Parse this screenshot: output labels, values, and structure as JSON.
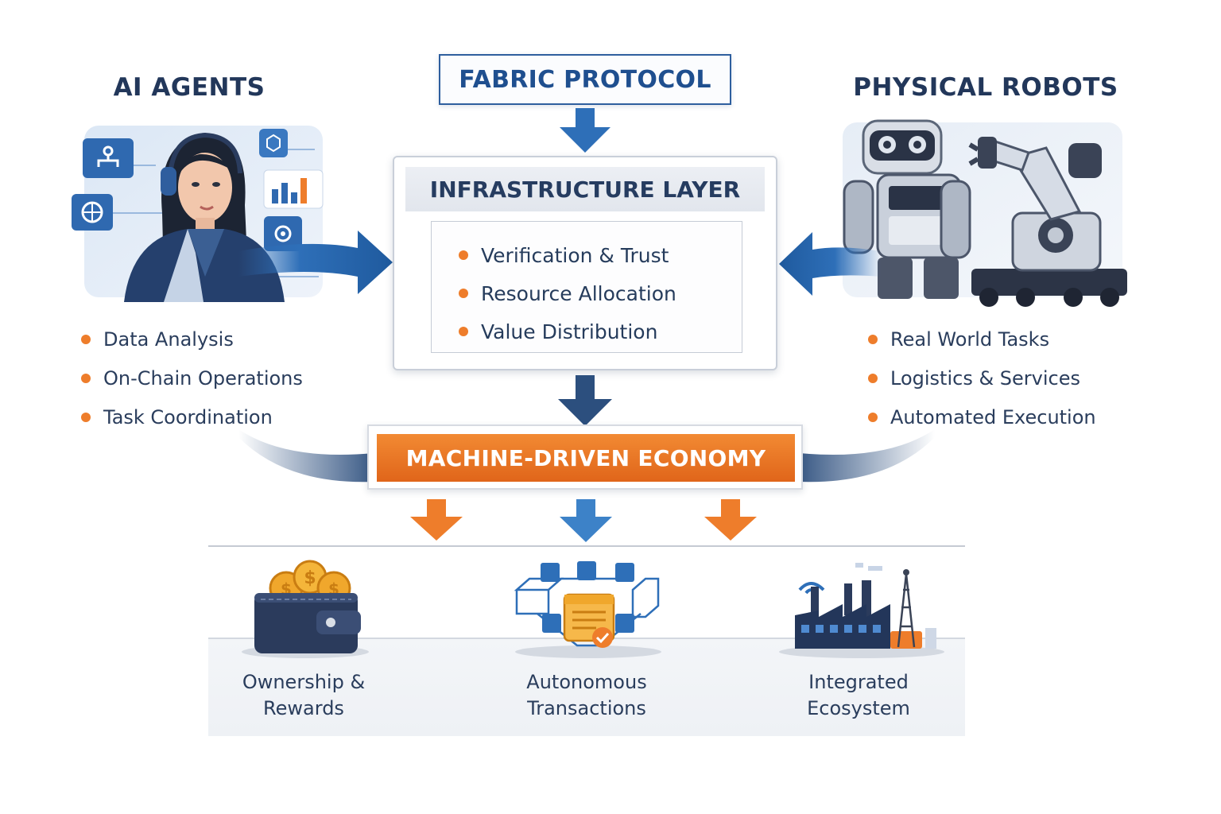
{
  "header": {
    "protocol_title": "FABRIC PROTOCOL",
    "left_title": "AI AGENTS",
    "right_title": "PHYSICAL ROBOTS"
  },
  "infrastructure": {
    "title": "INFRASTRUCTURE LAYER",
    "items": [
      "Verification & Trust",
      "Resource Allocation",
      "Value Distribution"
    ]
  },
  "ai_agents": {
    "items": [
      "Data Analysis",
      "On-Chain Operations",
      "Task Coordination"
    ]
  },
  "physical_robots": {
    "items": [
      "Real World Tasks",
      "Logistics & Services",
      "Automated Execution"
    ]
  },
  "economy": {
    "title": "MACHINE-DRIVEN ECONOMY"
  },
  "outcomes": [
    {
      "line1": "Ownership &",
      "line2": "Rewards",
      "icon": "wallet-coins-icon"
    },
    {
      "line1": "Autonomous",
      "line2": "Transactions",
      "icon": "blockchain-document-icon"
    },
    {
      "line1": "Integrated",
      "line2": "Ecosystem",
      "icon": "factory-tower-icon"
    }
  ],
  "colors": {
    "navy": "#22375a",
    "blue": "#2e6fb8",
    "orange": "#ee7d2b",
    "arrow_dark": "#2c4f7e"
  }
}
